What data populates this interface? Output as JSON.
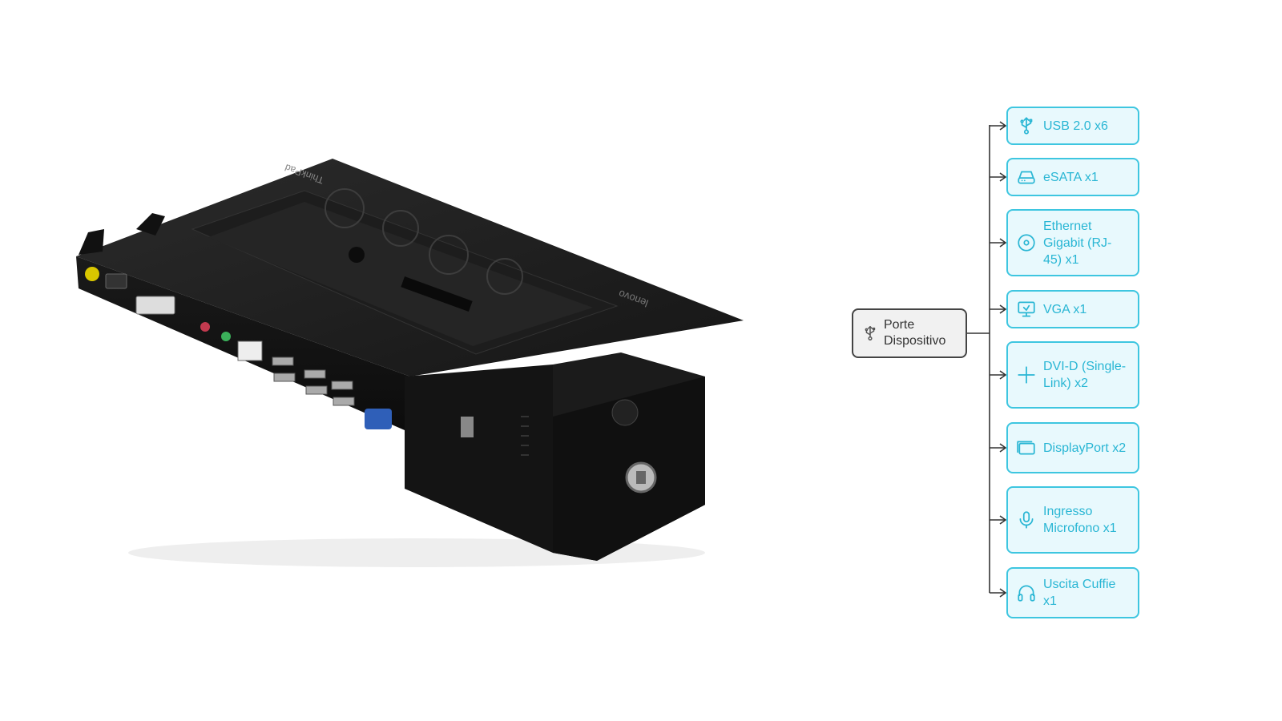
{
  "root": {
    "label_1": "Porte",
    "label_2": "Dispositivo",
    "icon": "usb-icon"
  },
  "ports": [
    {
      "label": "USB 2.0 x6",
      "icon": "usb-icon"
    },
    {
      "label": "eSATA x1",
      "icon": "hard-drive-icon"
    },
    {
      "label": "Ethernet Gigabit (RJ-45) x1",
      "icon": "disc-icon"
    },
    {
      "label": "VGA x1",
      "icon": "monitor-icon"
    },
    {
      "label": "DVI-D (Single-Link) x2",
      "icon": "plus-icon"
    },
    {
      "label": "DisplayPort x2",
      "icon": "display-icon"
    },
    {
      "label": "Ingresso Microfono x1",
      "icon": "microphone-icon"
    },
    {
      "label": "Uscita Cuffie x1",
      "icon": "headphones-icon"
    }
  ],
  "product": {
    "brand_top": "ThinkPad",
    "brand_side": "lenovo"
  },
  "colors": {
    "accent": "#29b6d4",
    "accent_border": "#3ec6e0",
    "accent_fill": "#e8f9fd",
    "root_border": "#444444"
  }
}
